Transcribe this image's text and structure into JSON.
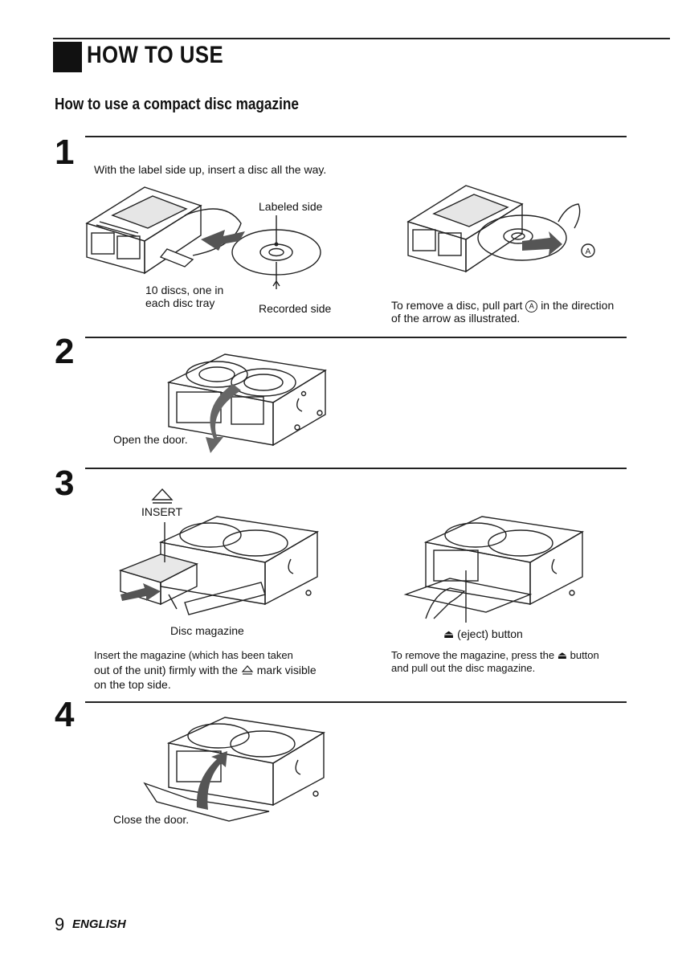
{
  "header": {
    "title": "HOW TO USE"
  },
  "section": {
    "title": "How to use a compact disc magazine"
  },
  "step1": {
    "number": "1",
    "instruction": "With the label side up, insert a disc all the way.",
    "label_labeled_side": "Labeled side",
    "label_recorded_side": "Recorded side",
    "label_discs_line1": "10 discs, one in",
    "label_discs_line2": "each disc tray",
    "callout_a": "A",
    "remove_text_a": "To remove a disc, pull part",
    "remove_text_b": "in the direction",
    "remove_text_line2": "of the arrow as illustrated."
  },
  "step2": {
    "number": "2",
    "caption": "Open the door."
  },
  "step3": {
    "number": "3",
    "insert_label": "INSERT",
    "disc_magazine_label": "Disc magazine",
    "eject_button_label": "(eject) button",
    "insert_text_line1": "Insert the magazine (which has been taken",
    "insert_text_line2a": "out of the unit) firmly with the",
    "insert_text_line2b": "mark visible",
    "insert_text_line3": "on the top side.",
    "remove_text_line1a": "To remove the magazine, press the",
    "remove_text_line1b": "button",
    "remove_text_line2": "and pull out the disc magazine."
  },
  "step4": {
    "number": "4",
    "caption": "Close the door."
  },
  "footer": {
    "page_number": "9",
    "language": "ENGLISH"
  }
}
